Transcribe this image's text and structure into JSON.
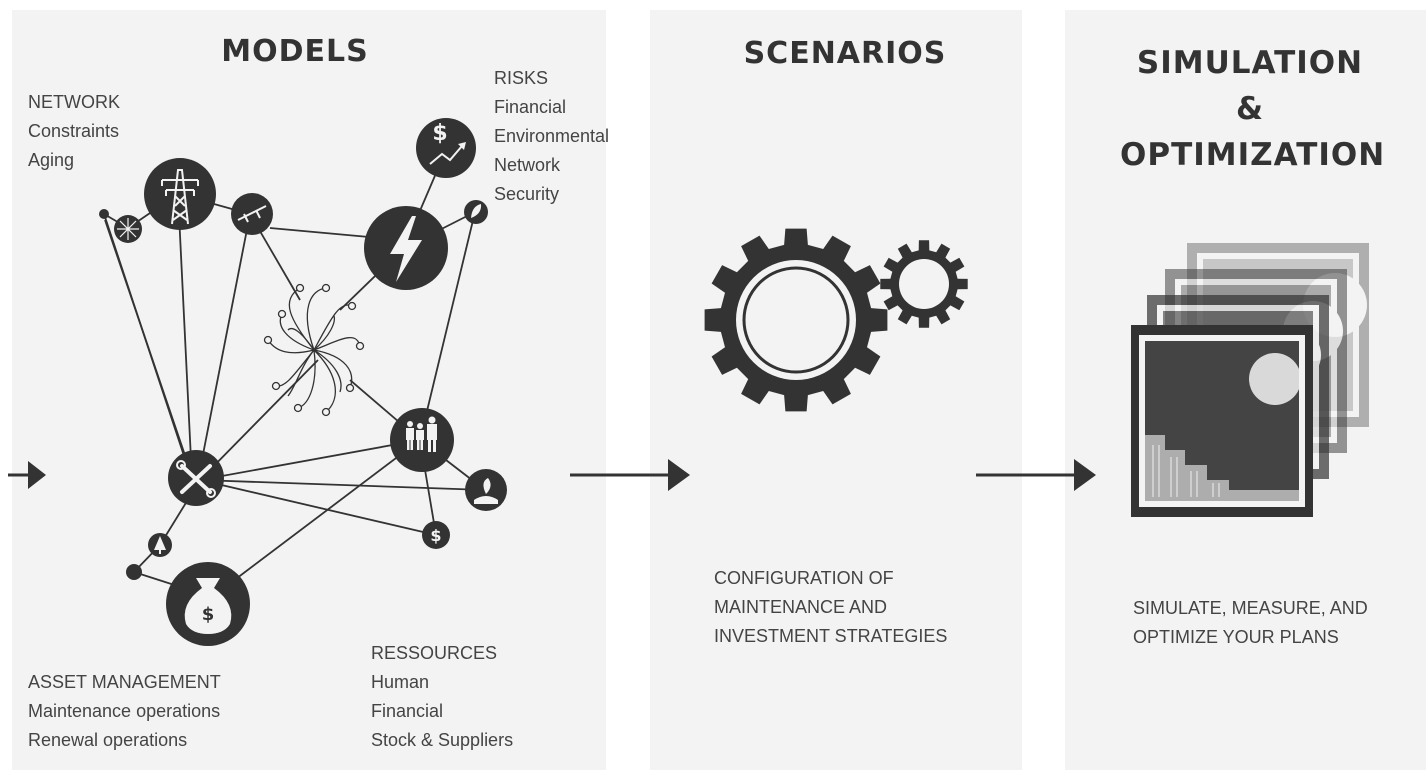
{
  "models": {
    "title": "MODELS",
    "network": {
      "heading": "NETWORK",
      "items": [
        "Constraints",
        "Aging"
      ]
    },
    "risks": {
      "heading": "RISKS",
      "items": [
        "Financial",
        "Environmental",
        "Network",
        "Security"
      ]
    },
    "asset_management": {
      "heading": "ASSET MANAGEMENT",
      "items": [
        "Maintenance operations",
        "Renewal operations"
      ]
    },
    "ressources": {
      "heading": "RESSOURCES",
      "items": [
        "Human",
        "Financial",
        "Stock & Suppliers"
      ]
    }
  },
  "scenarios": {
    "title": "SCENARIOS",
    "description": [
      "CONFIGURATION OF",
      "MAINTENANCE AND",
      "INVESTMENT STRATEGIES"
    ]
  },
  "simulation": {
    "title_lines": [
      "SIMULATION &",
      "OPTIMIZATION"
    ],
    "description": [
      "SIMULATE, MEASURE, AND",
      "OPTIMIZE YOUR PLANS"
    ]
  },
  "glyphs": {
    "dollar": "$"
  },
  "icons": [
    "arrow-right-icon",
    "transmission-tower-icon",
    "lightning-bolt-icon",
    "dollar-chart-icon",
    "tools-icon",
    "money-bag-icon",
    "people-icon",
    "gear-icon",
    "stacked-screens-icon"
  ],
  "colors": {
    "icon_fill": "#333333",
    "panel_bg": "#f3f3f3",
    "text": "#444444"
  }
}
